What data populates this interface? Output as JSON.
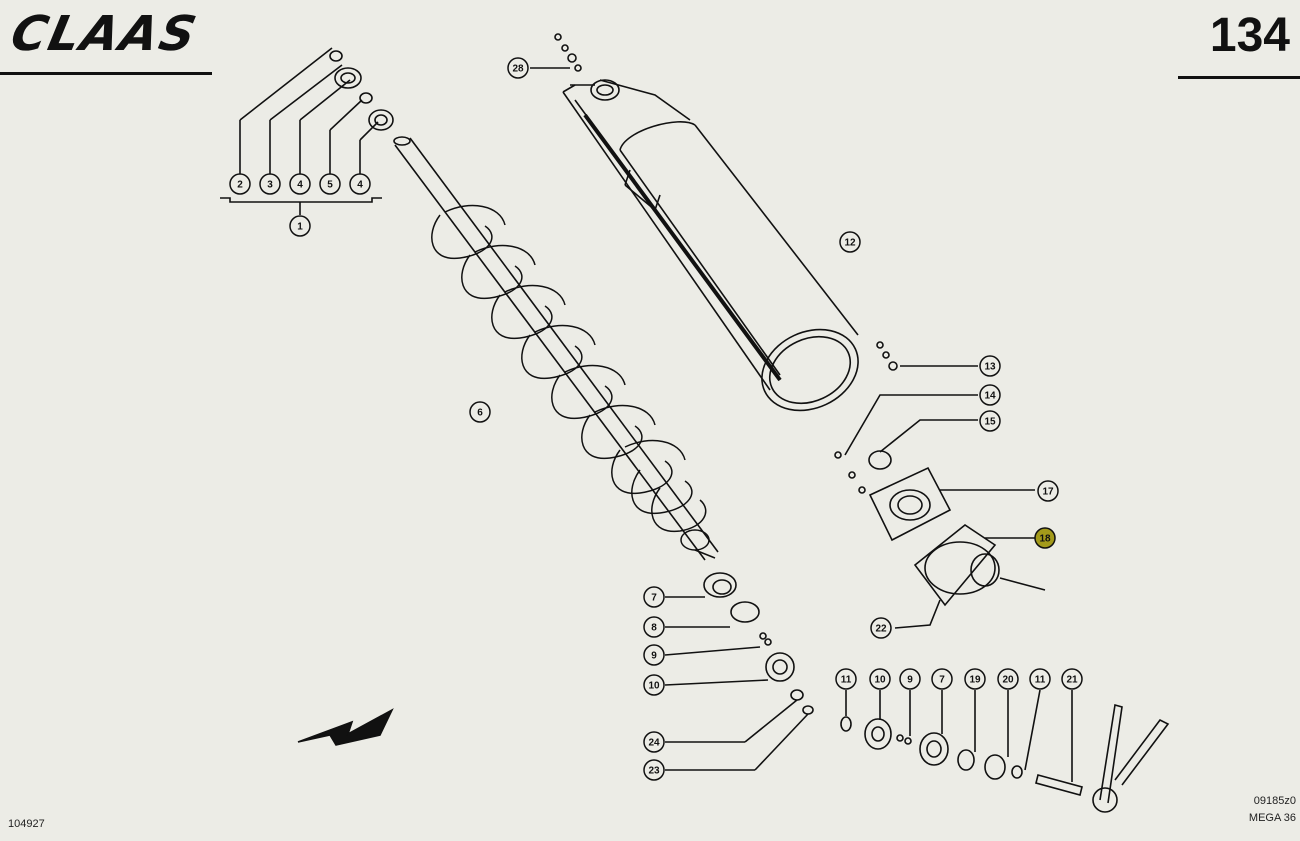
{
  "header": {
    "brand": "CLAAS",
    "page_number": "134"
  },
  "footer": {
    "figure_id": "104927",
    "ref_code": "09185z0",
    "model": "MEGA 36"
  },
  "callouts": [
    {
      "label": "2"
    },
    {
      "label": "3"
    },
    {
      "label": "4"
    },
    {
      "label": "5"
    },
    {
      "label": "4"
    },
    {
      "label": "1"
    },
    {
      "label": "28"
    },
    {
      "label": "12"
    },
    {
      "label": "6"
    },
    {
      "label": "13"
    },
    {
      "label": "14"
    },
    {
      "label": "15"
    },
    {
      "label": "17"
    },
    {
      "label": "18"
    },
    {
      "label": "22"
    },
    {
      "label": "7"
    },
    {
      "label": "8"
    },
    {
      "label": "9"
    },
    {
      "label": "10"
    },
    {
      "label": "24"
    },
    {
      "label": "23"
    },
    {
      "label": "11"
    },
    {
      "label": "10"
    },
    {
      "label": "9"
    },
    {
      "label": "7"
    },
    {
      "label": "19"
    },
    {
      "label": "20"
    },
    {
      "label": "11"
    },
    {
      "label": "21"
    }
  ],
  "highlight_color": "#a39a1a"
}
